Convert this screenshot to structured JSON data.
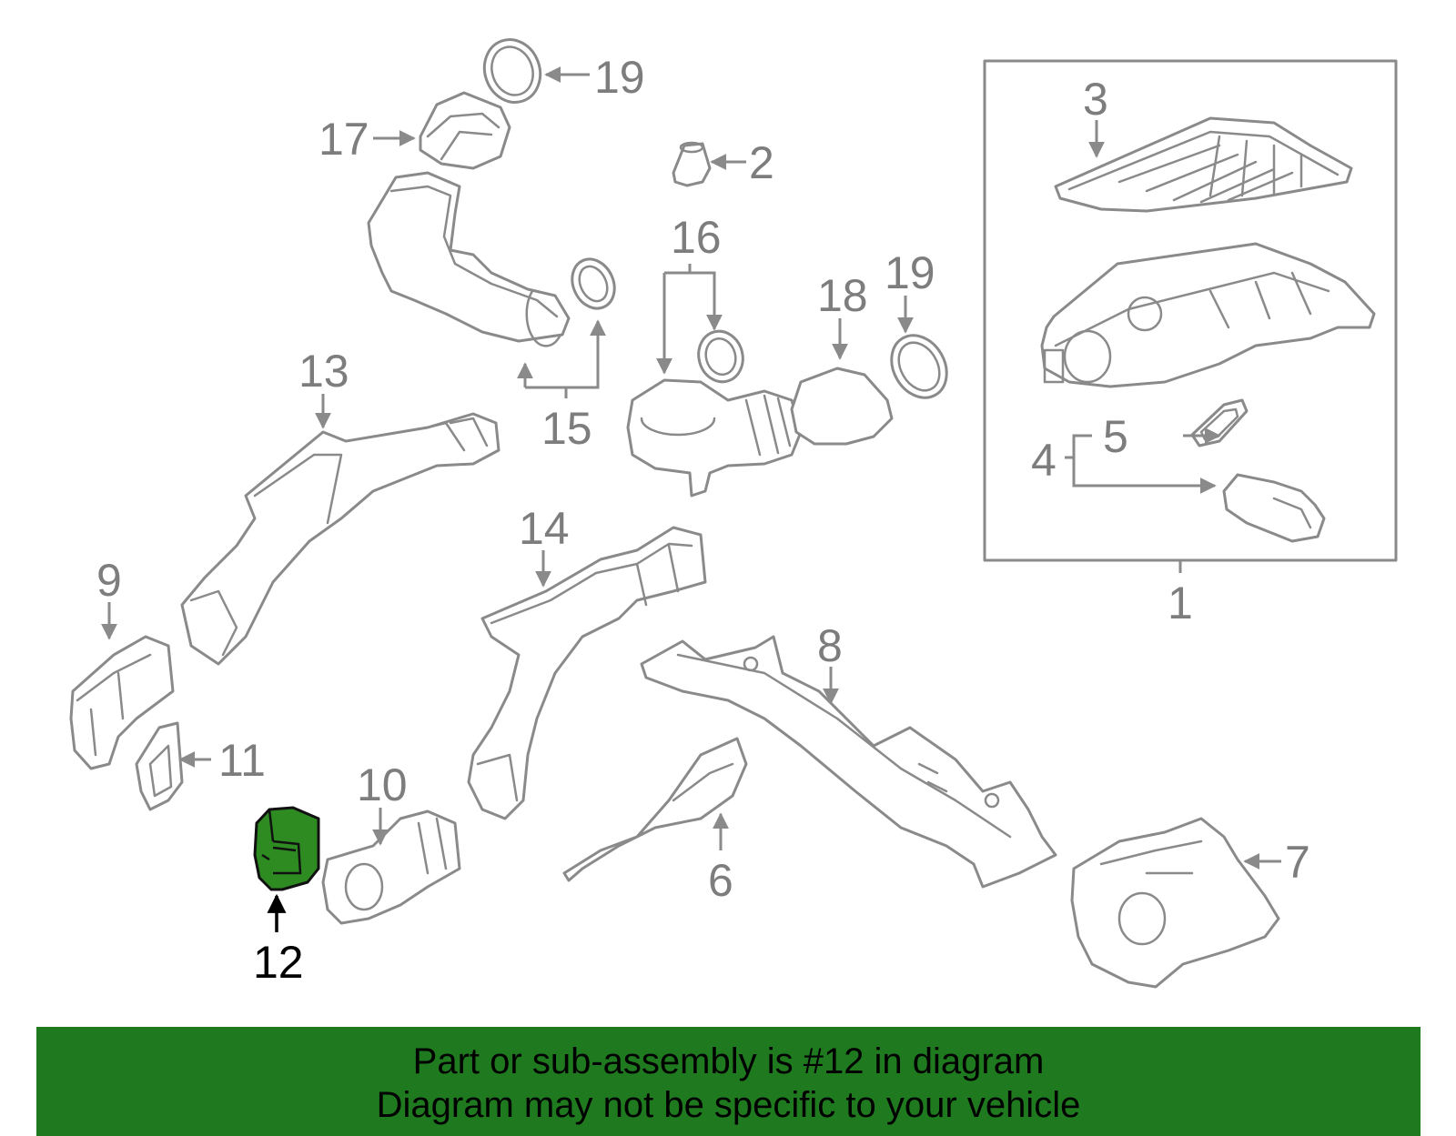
{
  "colors": {
    "banner_bg": "#1f7a1f",
    "highlight_fill": "#2e8b22",
    "part_stroke": "#8a8a8a",
    "label_gray": "#7d7d7d"
  },
  "highlighted_part": "12",
  "callouts": {
    "c1": "1",
    "c2": "2",
    "c3": "3",
    "c4": "4",
    "c5": "5",
    "c6": "6",
    "c7": "7",
    "c8": "8",
    "c9": "9",
    "c10": "10",
    "c11": "11",
    "c12": "12",
    "c13": "13",
    "c14": "14",
    "c15": "15",
    "c16": "16",
    "c17": "17",
    "c18": "18",
    "c19a": "19",
    "c19b": "19"
  },
  "banner": {
    "line1": "Part or sub-assembly is #12 in diagram",
    "line2": "Diagram may not be specific to your vehicle"
  }
}
